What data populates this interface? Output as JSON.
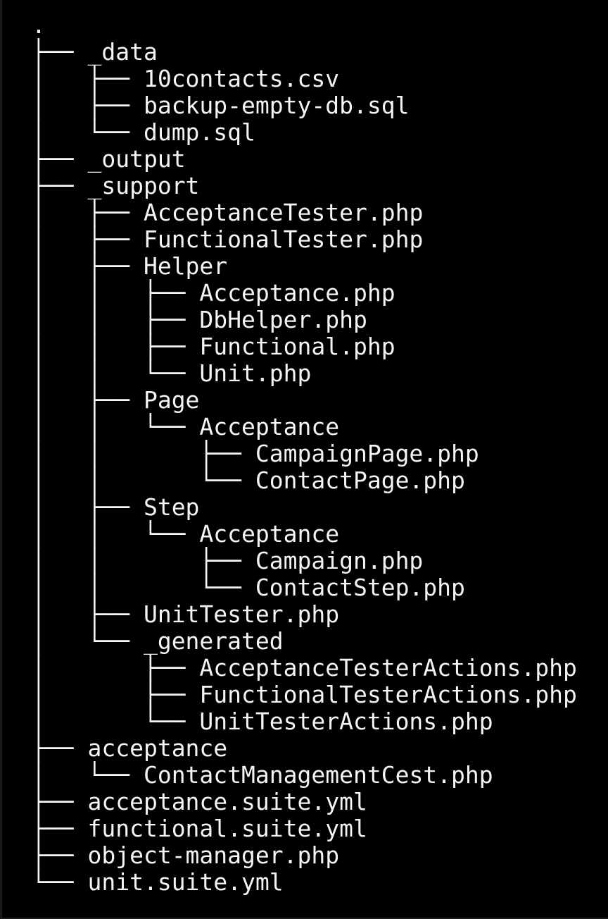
{
  "terminal": {
    "background_color": "#000000",
    "text_color": "#f4f4f4",
    "root_label": ".",
    "tree_rows": [
      {
        "prefix": "",
        "name": "."
      },
      {
        "prefix": "├── ",
        "name": "_data"
      },
      {
        "prefix": "│   ├── ",
        "name": "10contacts.csv"
      },
      {
        "prefix": "│   ├── ",
        "name": "backup-empty-db.sql"
      },
      {
        "prefix": "│   └── ",
        "name": "dump.sql"
      },
      {
        "prefix": "├── ",
        "name": "_output"
      },
      {
        "prefix": "├── ",
        "name": "_support"
      },
      {
        "prefix": "│   ├── ",
        "name": "AcceptanceTester.php"
      },
      {
        "prefix": "│   ├── ",
        "name": "FunctionalTester.php"
      },
      {
        "prefix": "│   ├── ",
        "name": "Helper"
      },
      {
        "prefix": "│   │   ├── ",
        "name": "Acceptance.php"
      },
      {
        "prefix": "│   │   ├── ",
        "name": "DbHelper.php"
      },
      {
        "prefix": "│   │   ├── ",
        "name": "Functional.php"
      },
      {
        "prefix": "│   │   └── ",
        "name": "Unit.php"
      },
      {
        "prefix": "│   ├── ",
        "name": "Page"
      },
      {
        "prefix": "│   │   └── ",
        "name": "Acceptance"
      },
      {
        "prefix": "│   │       ├── ",
        "name": "CampaignPage.php"
      },
      {
        "prefix": "│   │       └── ",
        "name": "ContactPage.php"
      },
      {
        "prefix": "│   ├── ",
        "name": "Step"
      },
      {
        "prefix": "│   │   └── ",
        "name": "Acceptance"
      },
      {
        "prefix": "│   │       ├── ",
        "name": "Campaign.php"
      },
      {
        "prefix": "│   │       └── ",
        "name": "ContactStep.php"
      },
      {
        "prefix": "│   ├── ",
        "name": "UnitTester.php"
      },
      {
        "prefix": "│   └── ",
        "name": "_generated"
      },
      {
        "prefix": "│       ├── ",
        "name": "AcceptanceTesterActions.php"
      },
      {
        "prefix": "│       ├── ",
        "name": "FunctionalTesterActions.php"
      },
      {
        "prefix": "│       └── ",
        "name": "UnitTesterActions.php"
      },
      {
        "prefix": "├── ",
        "name": "acceptance"
      },
      {
        "prefix": "│   └── ",
        "name": "ContactManagementCest.php"
      },
      {
        "prefix": "├── ",
        "name": "acceptance.suite.yml"
      },
      {
        "prefix": "├── ",
        "name": "functional.suite.yml"
      },
      {
        "prefix": "├── ",
        "name": "object-manager.php"
      },
      {
        "prefix": "└── ",
        "name": "unit.suite.yml"
      }
    ]
  }
}
